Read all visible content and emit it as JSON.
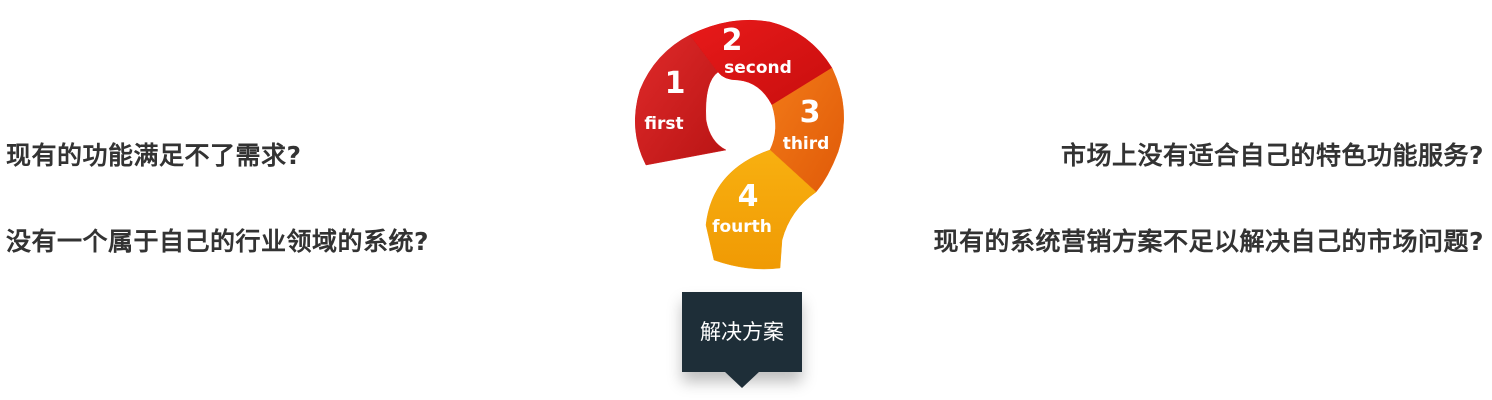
{
  "questions": {
    "q1": "现有的功能满足不了需求?",
    "q2": "没有一个属于自己的行业领域的系统?",
    "q3": "市场上没有适合自己的特色功能服务?",
    "q4": "现有的系统营销方案不足以解决自己的市场问题?"
  },
  "segments": [
    {
      "number": "1",
      "label": "first",
      "color": "#d01c1c"
    },
    {
      "number": "2",
      "label": "second",
      "color": "#e01010"
    },
    {
      "number": "3",
      "label": "third",
      "color": "#ee6a10"
    },
    {
      "number": "4",
      "label": "fourth",
      "color": "#f4a008"
    }
  ],
  "solution": {
    "label": "解决方案",
    "color": "#1e2e38"
  }
}
